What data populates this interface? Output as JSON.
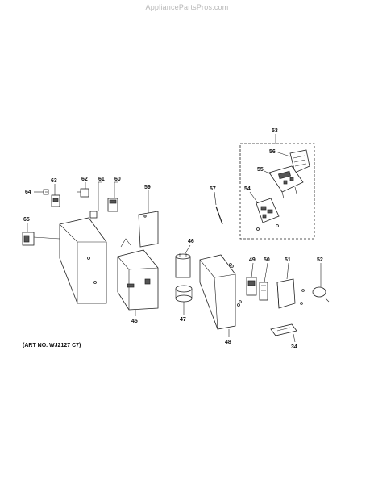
{
  "watermark": "AppliancePartsPros.com",
  "art_number": "(ART NO. WJ2127 C7)",
  "callouts": {
    "p34": "34",
    "p45": "45",
    "p46": "46",
    "p47": "47",
    "p48": "48",
    "p49": "49",
    "p50": "50",
    "p51": "51",
    "p52": "52",
    "p53": "53",
    "p54": "54",
    "p55": "55",
    "p56": "56",
    "p57": "57",
    "p59": "59",
    "p60": "60",
    "p61": "61",
    "p62": "62",
    "p63": "63",
    "p64": "64",
    "p65": "65"
  }
}
